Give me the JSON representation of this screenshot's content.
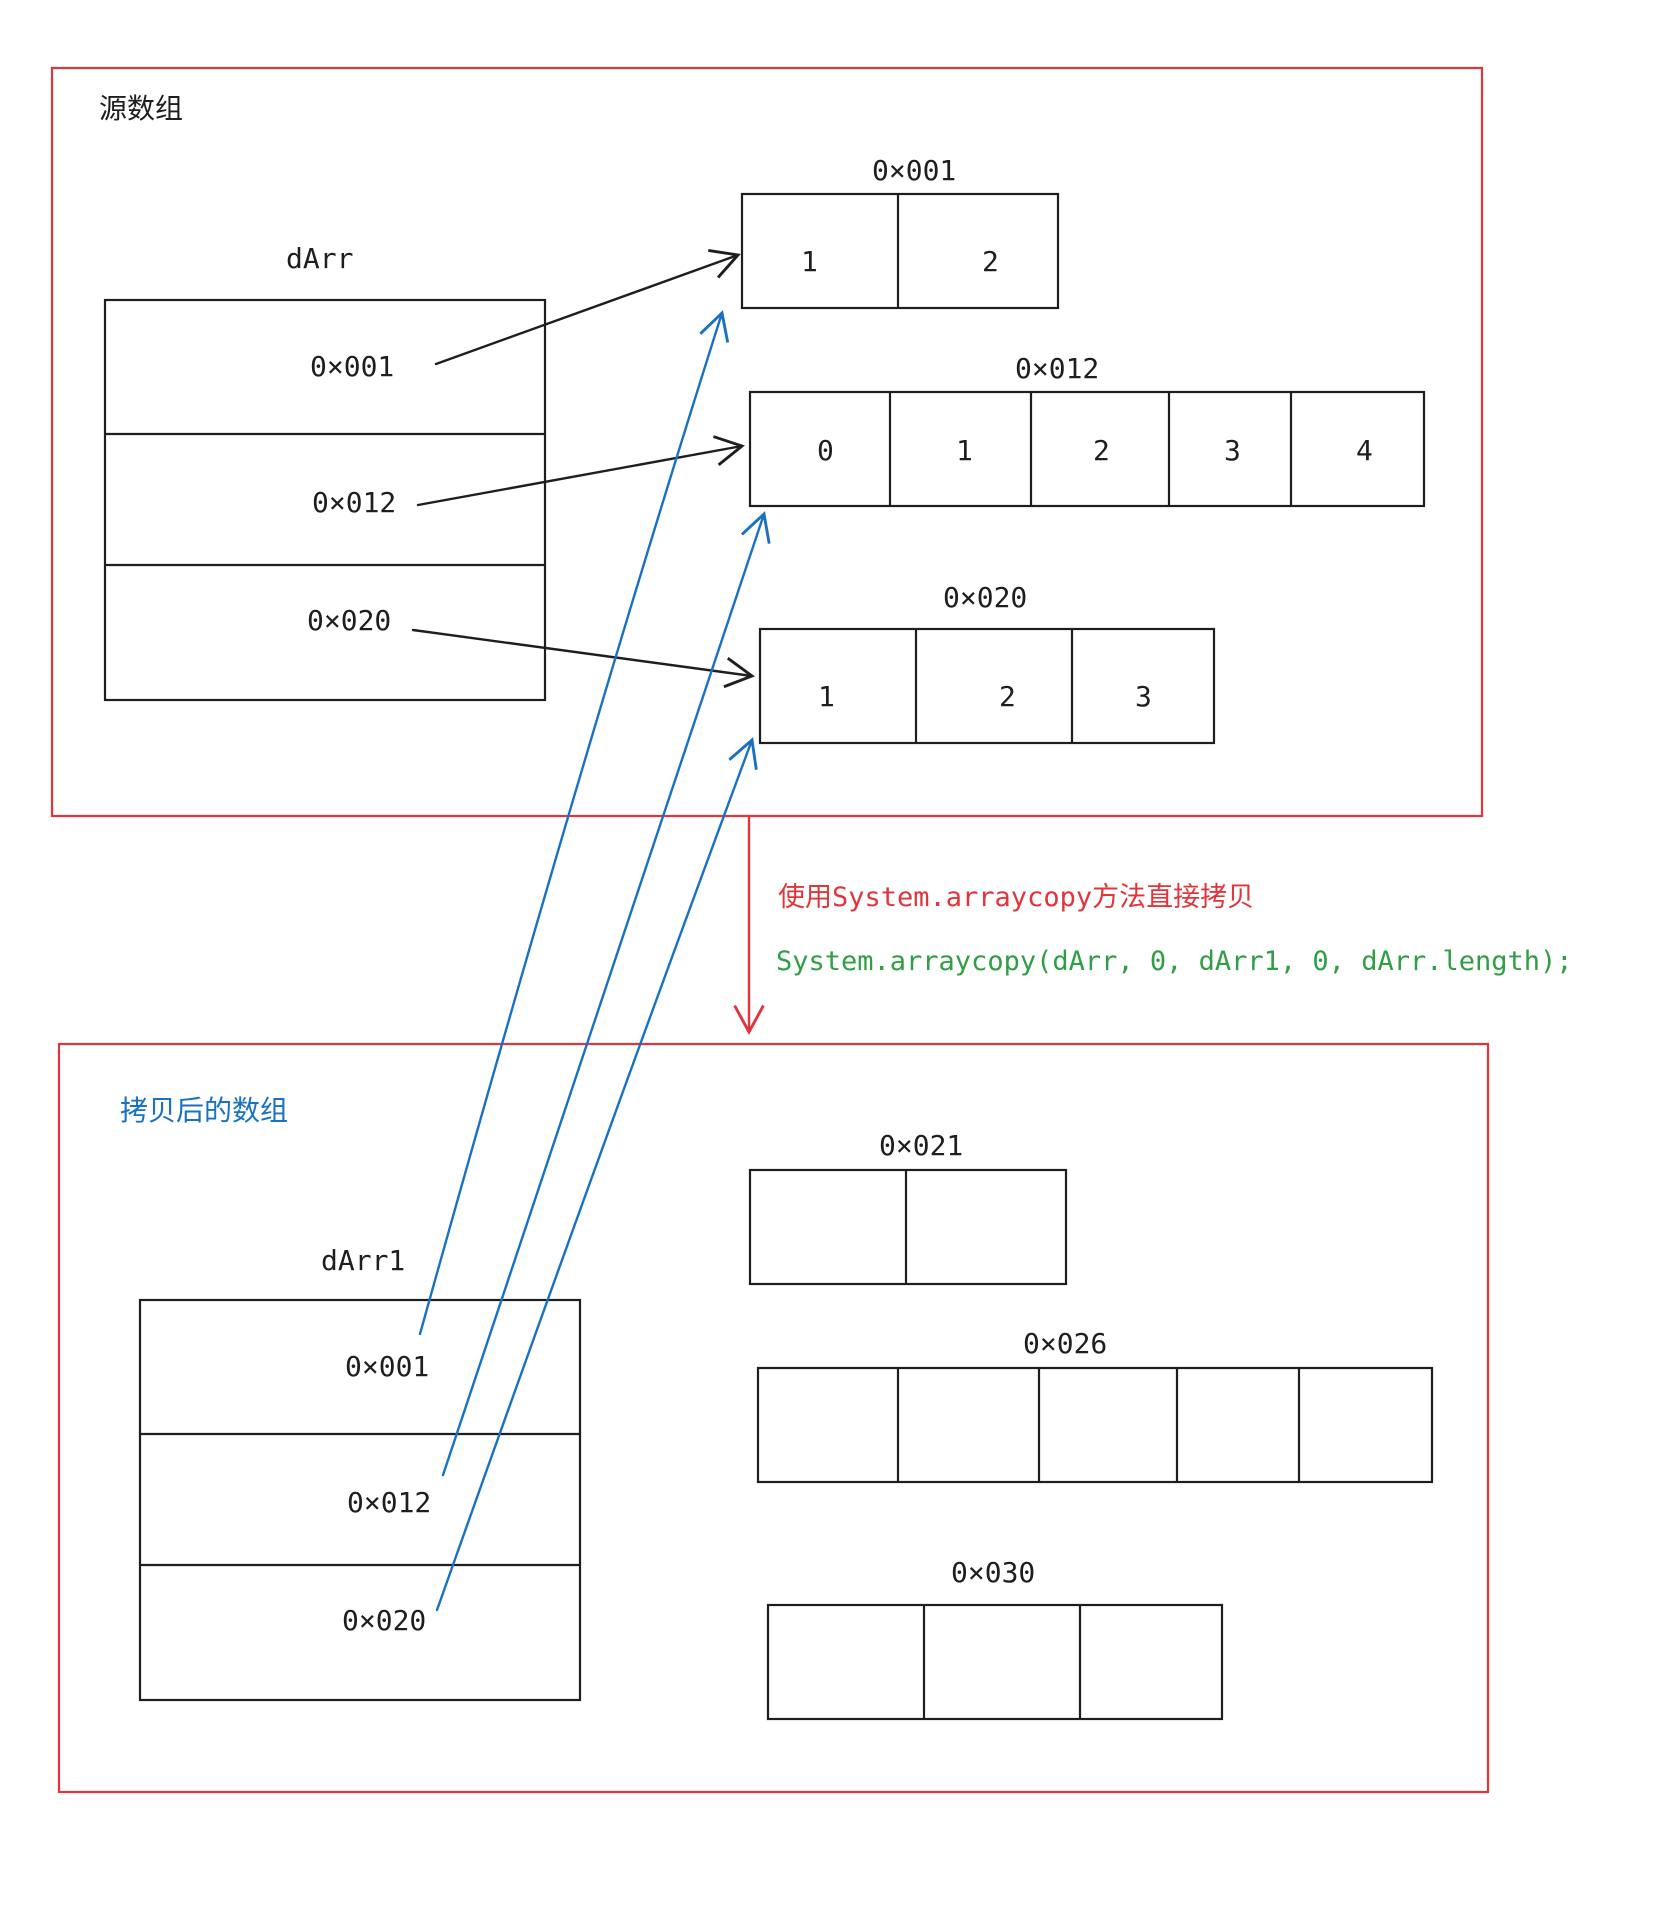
{
  "source": {
    "title": "源数组",
    "var_name": "dArr",
    "refs": [
      "0×001",
      "0×012",
      "0×020"
    ],
    "arrays": [
      {
        "addr": "0×001",
        "values": [
          "1",
          "2"
        ]
      },
      {
        "addr": "0×012",
        "values": [
          "0",
          "1",
          "2",
          "3",
          "4"
        ]
      },
      {
        "addr": "0×020",
        "values": [
          "1",
          "2",
          "3"
        ]
      }
    ]
  },
  "copy": {
    "title": "拷贝后的数组",
    "var_name": "dArr1",
    "refs": [
      "0×001",
      "0×012",
      "0×020"
    ],
    "arrays": [
      {
        "addr": "0×021",
        "values": [
          "",
          ""
        ]
      },
      {
        "addr": "0×026",
        "values": [
          "",
          "",
          "",
          "",
          ""
        ]
      },
      {
        "addr": "0×030",
        "values": [
          "",
          "",
          ""
        ]
      }
    ]
  },
  "note": {
    "prefix": "使用",
    "method": "System.arraycopy",
    "suffix": "方法直接拷贝",
    "code": "System.arraycopy(dArr, 0, dArr1, 0, dArr.length);"
  },
  "colors": {
    "frame": "#e0353a",
    "copy_arrow": "#1971c2",
    "code": "#2f9e44",
    "copy_title": "#1971c2",
    "note": "#e0353a"
  }
}
